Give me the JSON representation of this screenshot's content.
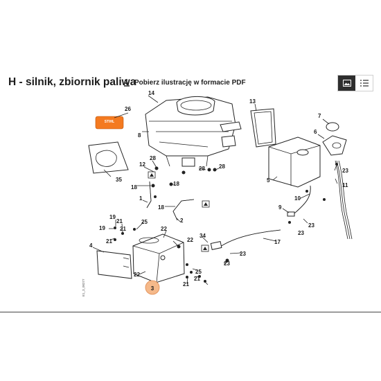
{
  "header": {
    "title": "H - silnik, zbiornik paliwa",
    "download_label": "Pobierz ilustrację w formacie PDF"
  },
  "diagram": {
    "part_callouts": [
      "14",
      "26",
      "13",
      "7",
      "8",
      "6",
      "28",
      "12",
      "28",
      "28",
      "23",
      "5",
      "35",
      "18",
      "18",
      "11",
      "10",
      "9",
      "1",
      "18",
      "2",
      "19",
      "25",
      "21",
      "22",
      "23",
      "23",
      "19",
      "21",
      "4",
      "21",
      "34",
      "17",
      "22",
      "23",
      "25",
      "21",
      "22",
      "3",
      "21"
    ],
    "highlighted_callout": "3",
    "logo_text": "STIHL",
    "side_code": "E1_3_00277",
    "highlight_color": "#f5b98a",
    "brand_color": "#f47a20"
  }
}
